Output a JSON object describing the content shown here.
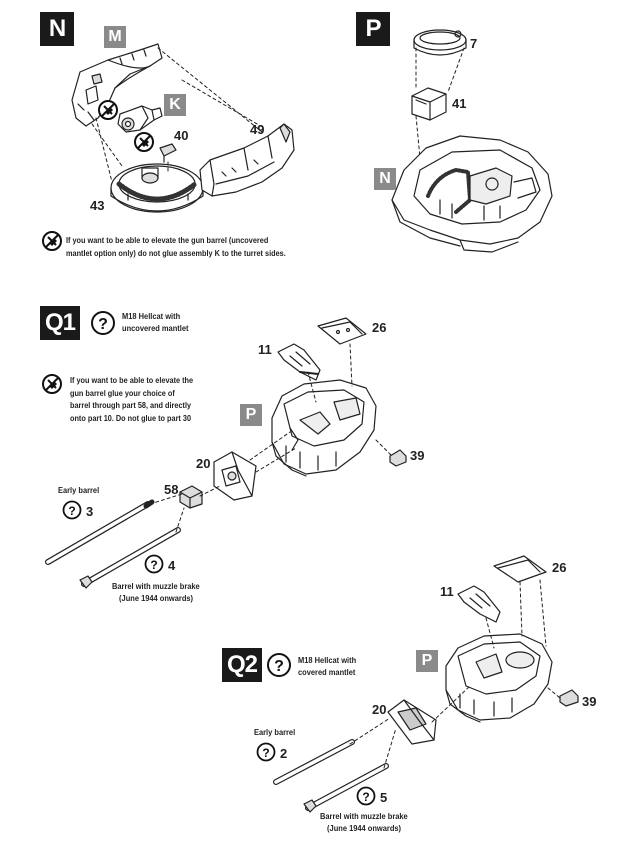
{
  "steps": {
    "N": "N",
    "M": "M",
    "K": "K",
    "P": "P",
    "N2": "N",
    "Q1": "Q1",
    "P_q1": "P",
    "Q2": "Q2",
    "P_q2": "P"
  },
  "parts": {
    "p7": "7",
    "p41": "41",
    "p40": "40",
    "p49": "49",
    "p43": "43",
    "p26_q1": "26",
    "p11_q1": "11",
    "p20_q1": "20",
    "p39_q1": "39",
    "p58": "58",
    "p3": "3",
    "p4": "4",
    "p26_q2": "26",
    "p11_q2": "11",
    "p20_q2": "20",
    "p39_q2": "39",
    "p2": "2",
    "p5": "5"
  },
  "notes": {
    "n_step_line1": "If you want to be able to elevate the gun barrel (uncovered",
    "n_step_line2": "mantlet option only) do not glue assembly K to the turret sides.",
    "q1_line1": "If you want to be able to elevate the",
    "q1_line2": "gun barrel glue your choice of",
    "q1_line3": "barrel through part 58, and directly",
    "q1_line4": "onto part 10. Do not glue to part 30"
  },
  "captions": {
    "q1_title1": "M18 Hellcat with",
    "q1_title2": "uncovered mantlet",
    "q2_title1": "M18 Hellcat with",
    "q2_title2": "covered mantlet",
    "early_barrel_q1": "Early barrel",
    "muzzle_q1_1": "Barrel with muzzle brake",
    "muzzle_q1_2": "(June 1944 onwards)",
    "early_barrel_q2": "Early barrel",
    "muzzle_q2_1": "Barrel with muzzle brake",
    "muzzle_q2_2": "(June 1944 onwards)"
  },
  "icons": {
    "no_glue": "no-glue-icon",
    "choice": "question-icon"
  }
}
